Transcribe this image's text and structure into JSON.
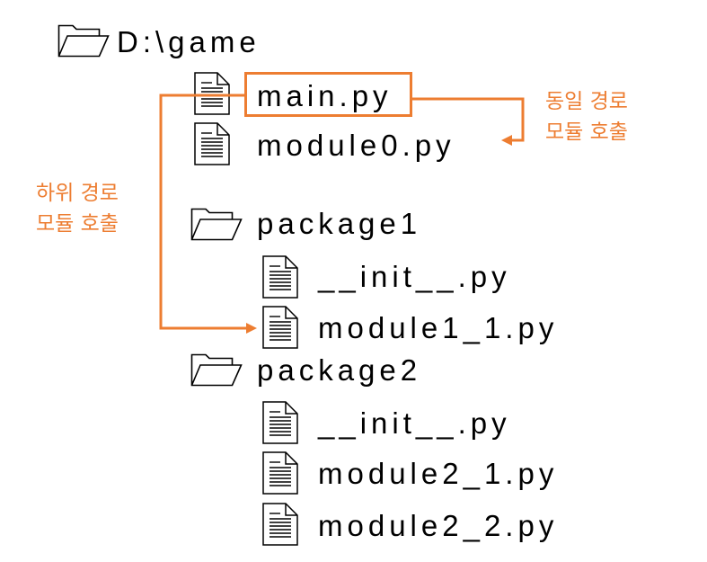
{
  "tree": {
    "root": {
      "label": "D:\\game",
      "icon": "folder-icon"
    },
    "root_files": [
      {
        "label": "main.py",
        "icon": "file-icon",
        "highlighted": true
      },
      {
        "label": "module0.py",
        "icon": "file-icon"
      }
    ],
    "package1": {
      "label": "package1",
      "icon": "folder-icon",
      "files": [
        {
          "label": "__init__.py",
          "icon": "file-icon"
        },
        {
          "label": "module1_1.py",
          "icon": "file-icon"
        }
      ]
    },
    "package2": {
      "label": "package2",
      "icon": "folder-icon",
      "files": [
        {
          "label": "__init__.py",
          "icon": "file-icon"
        },
        {
          "label": "module2_1.py",
          "icon": "file-icon"
        },
        {
          "label": "module2_2.py",
          "icon": "file-icon"
        }
      ]
    }
  },
  "annotations": {
    "same_path": {
      "line1": "동일 경로",
      "line2": "모듈 호출"
    },
    "sub_path": {
      "line1": "하위 경로",
      "line2": "모듈 호출"
    }
  },
  "colors": {
    "accent": "#ED7D31",
    "text": "#000000",
    "background": "#FFFFFF"
  }
}
